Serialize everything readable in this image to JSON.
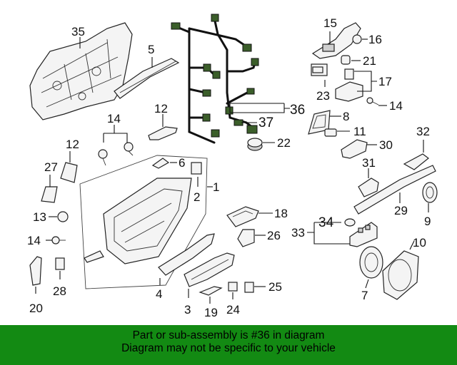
{
  "callouts": {
    "c1": "1",
    "c2": "2",
    "c3": "3",
    "c4": "4",
    "c5": "5",
    "c6": "6",
    "c7": "7",
    "c8": "8",
    "c9": "9",
    "c10": "10",
    "c11": "11",
    "c12a": "12",
    "c12b": "12",
    "c13": "13",
    "c14a": "14",
    "c14b": "14",
    "c14c": "14",
    "c15": "15",
    "c16": "16",
    "c17": "17",
    "c18": "18",
    "c19": "19",
    "c20": "20",
    "c21": "21",
    "c22": "22",
    "c23": "23",
    "c24": "24",
    "c25": "25",
    "c26": "26",
    "c27": "27",
    "c28": "28",
    "c29": "29",
    "c30": "30",
    "c31": "31",
    "c32": "32",
    "c33": "33",
    "c34": "34",
    "c35": "35",
    "c36": "36",
    "c37": "37"
  },
  "banner": {
    "line1": "Part or sub-assembly is #36 in diagram",
    "line2": "Diagram may not be specific to your vehicle"
  },
  "colors": {
    "banner_bg": "#138a13",
    "connector": "#3b5e2a"
  }
}
